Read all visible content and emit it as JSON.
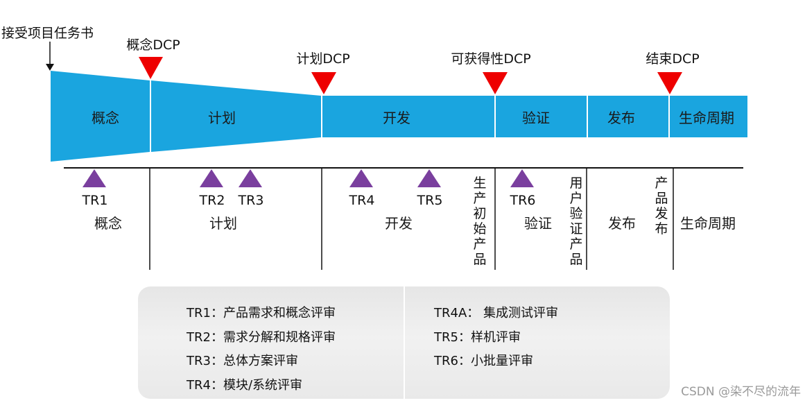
{
  "start_label": "接受项目任务书",
  "dcps": [
    {
      "label": "概念DCP"
    },
    {
      "label": "计划DCP"
    },
    {
      "label": "可获得性DCP"
    },
    {
      "label": "结束DCP"
    }
  ],
  "phases_top": [
    "概念",
    "计划",
    "开发",
    "验证",
    "发布",
    "生命周期"
  ],
  "trs": [
    "TR1",
    "TR2",
    "TR3",
    "TR4",
    "TR5",
    "TR6"
  ],
  "phases_bottom": [
    "概念",
    "计划",
    "开发",
    "验证",
    "发布",
    "生命周期"
  ],
  "vertical_notes": [
    "生产初始产品",
    "用户验证产品",
    "产品发布"
  ],
  "legend_left": [
    "TR1：产品需求和概念评审",
    "TR2：需求分解和规格评审",
    "TR3：总体方案评审",
    "TR4：模块/系统评审"
  ],
  "legend_right": [
    "TR4A： 集成测试评审",
    "TR5：样机评审",
    "TR6：小批量评审"
  ],
  "watermark": "CSDN @染不尽的流年",
  "colors": {
    "band": "#1aa5df",
    "dcp": "#ee0000",
    "tr": "#7a3f9e",
    "line": "#111111"
  }
}
